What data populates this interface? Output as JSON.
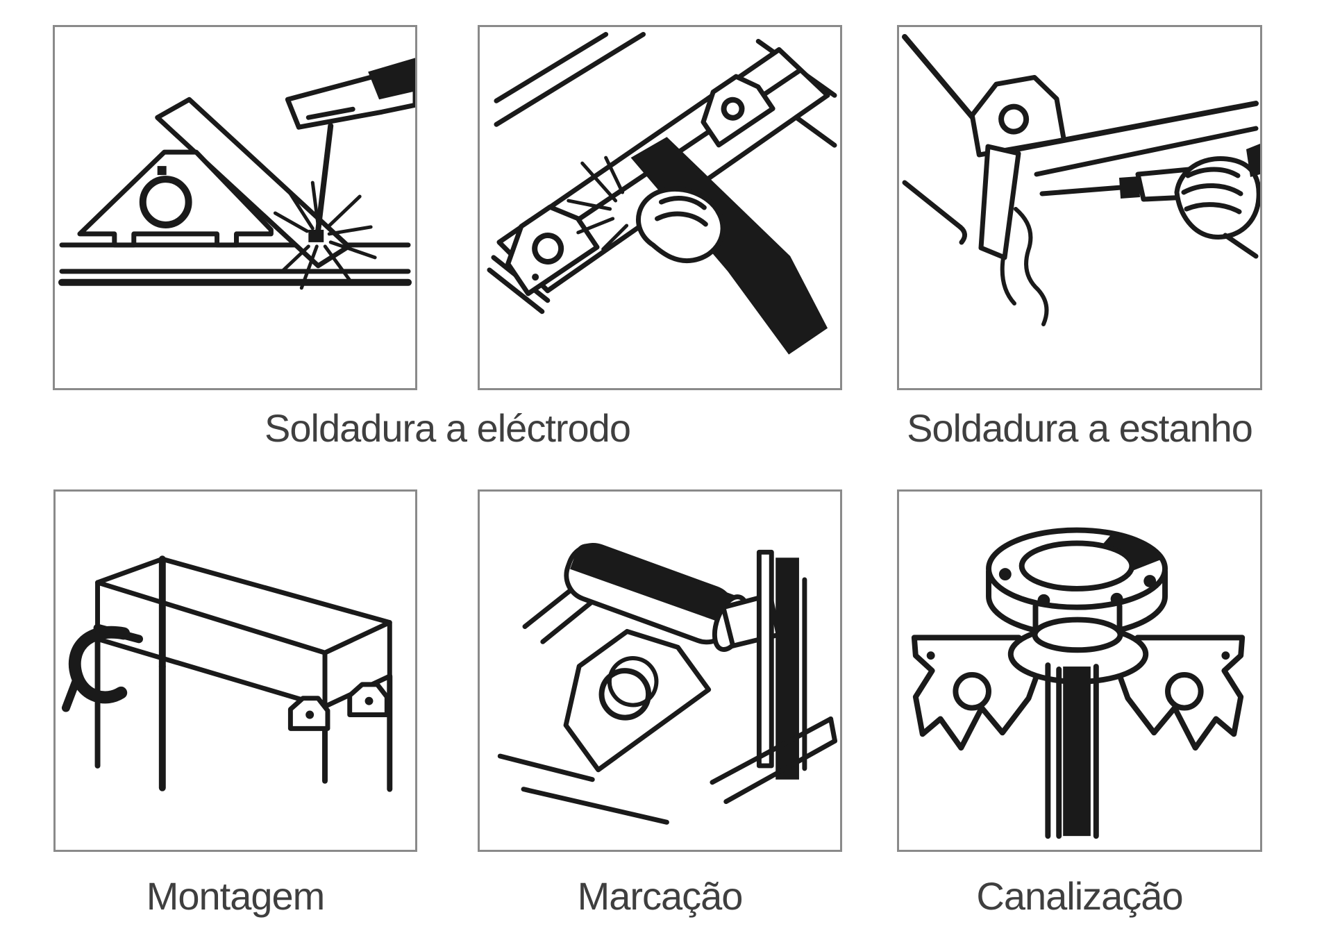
{
  "figure": {
    "captions": {
      "soldadura_electrodo": "Soldadura a eléctrodo",
      "soldadura_estanho": "Soldadura a estanho",
      "montagem": "Montagem",
      "marcacao": "Marcação",
      "canalizacao": "Canalização"
    },
    "panels": [
      {
        "name": "arc-welding-on-plate",
        "icon": "magnet-square-holding-bar-with-electrode-holder-and-sparks"
      },
      {
        "name": "arc-welding-on-beam",
        "icon": "magnet-squares-on-beam-with-gloved-hand-electrode-holder"
      },
      {
        "name": "tin-soldering-corner",
        "icon": "magnet-square-holding-sheet-corner-with-soldering-iron"
      },
      {
        "name": "frame-assembly",
        "icon": "frame-with-corner-clamp-and-magnet-squares"
      },
      {
        "name": "marking-scribing",
        "icon": "magnet-square-with-scribe-cylinder-against-profile"
      },
      {
        "name": "pipe-flange-fitting",
        "icon": "two-magnet-arrows-holding-flange-on-pipe"
      }
    ],
    "colors": {
      "background": "#ffffff",
      "panel_border": "#8a8a8a",
      "line_art": "#1a1a1a",
      "caption_text": "#3f3f3f"
    }
  }
}
